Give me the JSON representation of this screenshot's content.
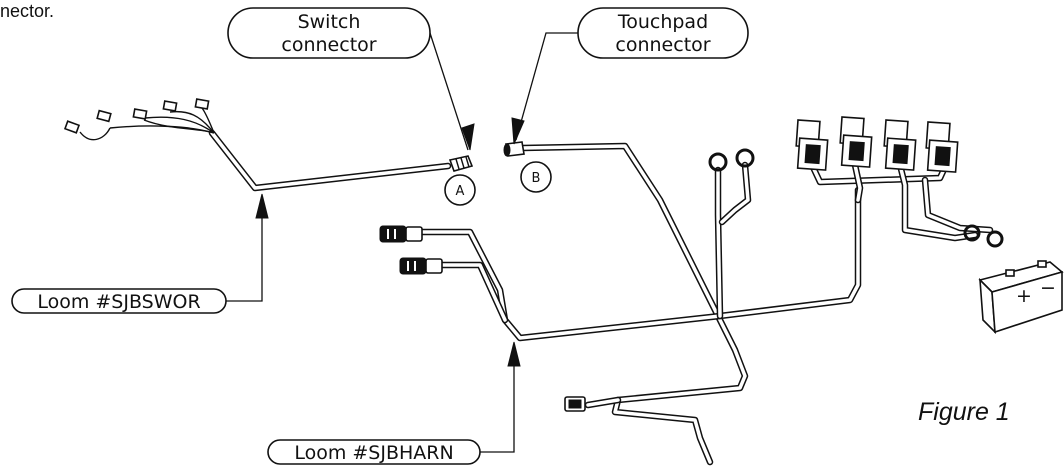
{
  "caption": "nector.",
  "labels": {
    "switch_connector": [
      "Switch",
      "connector"
    ],
    "touchpad_connector": [
      "Touchpad",
      "connector"
    ],
    "loom_switch": "Loom #SJBSWOR",
    "loom_harness": "Loom #SJBHARN"
  },
  "markers": {
    "a": "A",
    "b": "B"
  },
  "figure_label": "Figure 1",
  "battery_signs": {
    "positive": "+",
    "negative": "−"
  }
}
